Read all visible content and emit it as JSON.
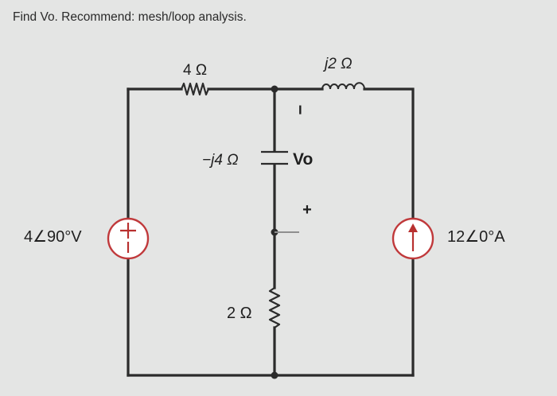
{
  "problem": {
    "text": "Find Vo. Recommend: mesh/loop analysis."
  },
  "components": {
    "r_top_label": "4 Ω",
    "inductor_label": "j2 Ω",
    "capacitor_label": "−j4 Ω",
    "r_bottom_label": "2 Ω",
    "vsource_label": "4∠90°V",
    "isource_label": "12∠0°A"
  },
  "output": {
    "label": "Vo",
    "minus": "−",
    "plus": "+"
  },
  "colors": {
    "wire": "#2b2b2b",
    "source": "#c0393b",
    "background": "#e4e5e4"
  }
}
